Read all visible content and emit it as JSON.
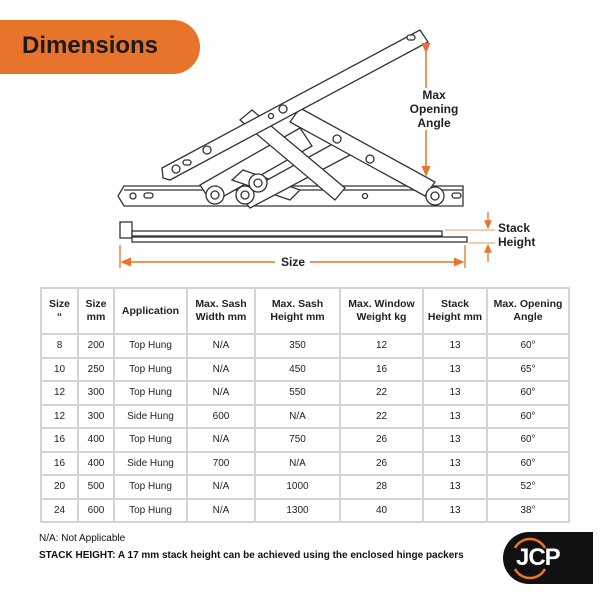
{
  "header": {
    "title": "Dimensions"
  },
  "diagram": {
    "labels": {
      "opening_angle": [
        "Max",
        "Opening",
        "Angle"
      ],
      "stack_height": [
        "Stack",
        "Height"
      ],
      "size": "Size"
    }
  },
  "table": {
    "headers": [
      [
        "Size",
        "“"
      ],
      [
        "Size",
        "mm"
      ],
      [
        "Application",
        ""
      ],
      [
        "Max. Sash",
        "Width mm"
      ],
      [
        "Max. Sash",
        "Height mm"
      ],
      [
        "Max. Window",
        "Weight kg"
      ],
      [
        "Stack",
        "Height mm"
      ],
      [
        "Max. Opening",
        "Angle"
      ]
    ],
    "rows": [
      [
        "8",
        "200",
        "Top Hung",
        "N/A",
        "350",
        "12",
        "13",
        "60°"
      ],
      [
        "10",
        "250",
        "Top Hung",
        "N/A",
        "450",
        "16",
        "13",
        "65°"
      ],
      [
        "12",
        "300",
        "Top Hung",
        "N/A",
        "550",
        "22",
        "13",
        "60°"
      ],
      [
        "12",
        "300",
        "Side Hung",
        "600",
        "N/A",
        "22",
        "13",
        "60°"
      ],
      [
        "16",
        "400",
        "Top Hung",
        "N/A",
        "750",
        "26",
        "13",
        "60°"
      ],
      [
        "16",
        "400",
        "Side Hung",
        "700",
        "N/A",
        "26",
        "13",
        "60°"
      ],
      [
        "20",
        "500",
        "Top Hung",
        "N/A",
        "1000",
        "28",
        "13",
        "52°"
      ],
      [
        "24",
        "600",
        "Top Hung",
        "N/A",
        "1300",
        "40",
        "13",
        "38°"
      ]
    ]
  },
  "notes": {
    "na": "N/A: Not Applicable",
    "stack": "STACK HEIGHT: A 17 mm stack height can be achieved using the  enclosed hinge packers"
  },
  "logo": {
    "text": "JCP"
  },
  "colors": {
    "accent": "#e8732a",
    "text": "#222222"
  }
}
